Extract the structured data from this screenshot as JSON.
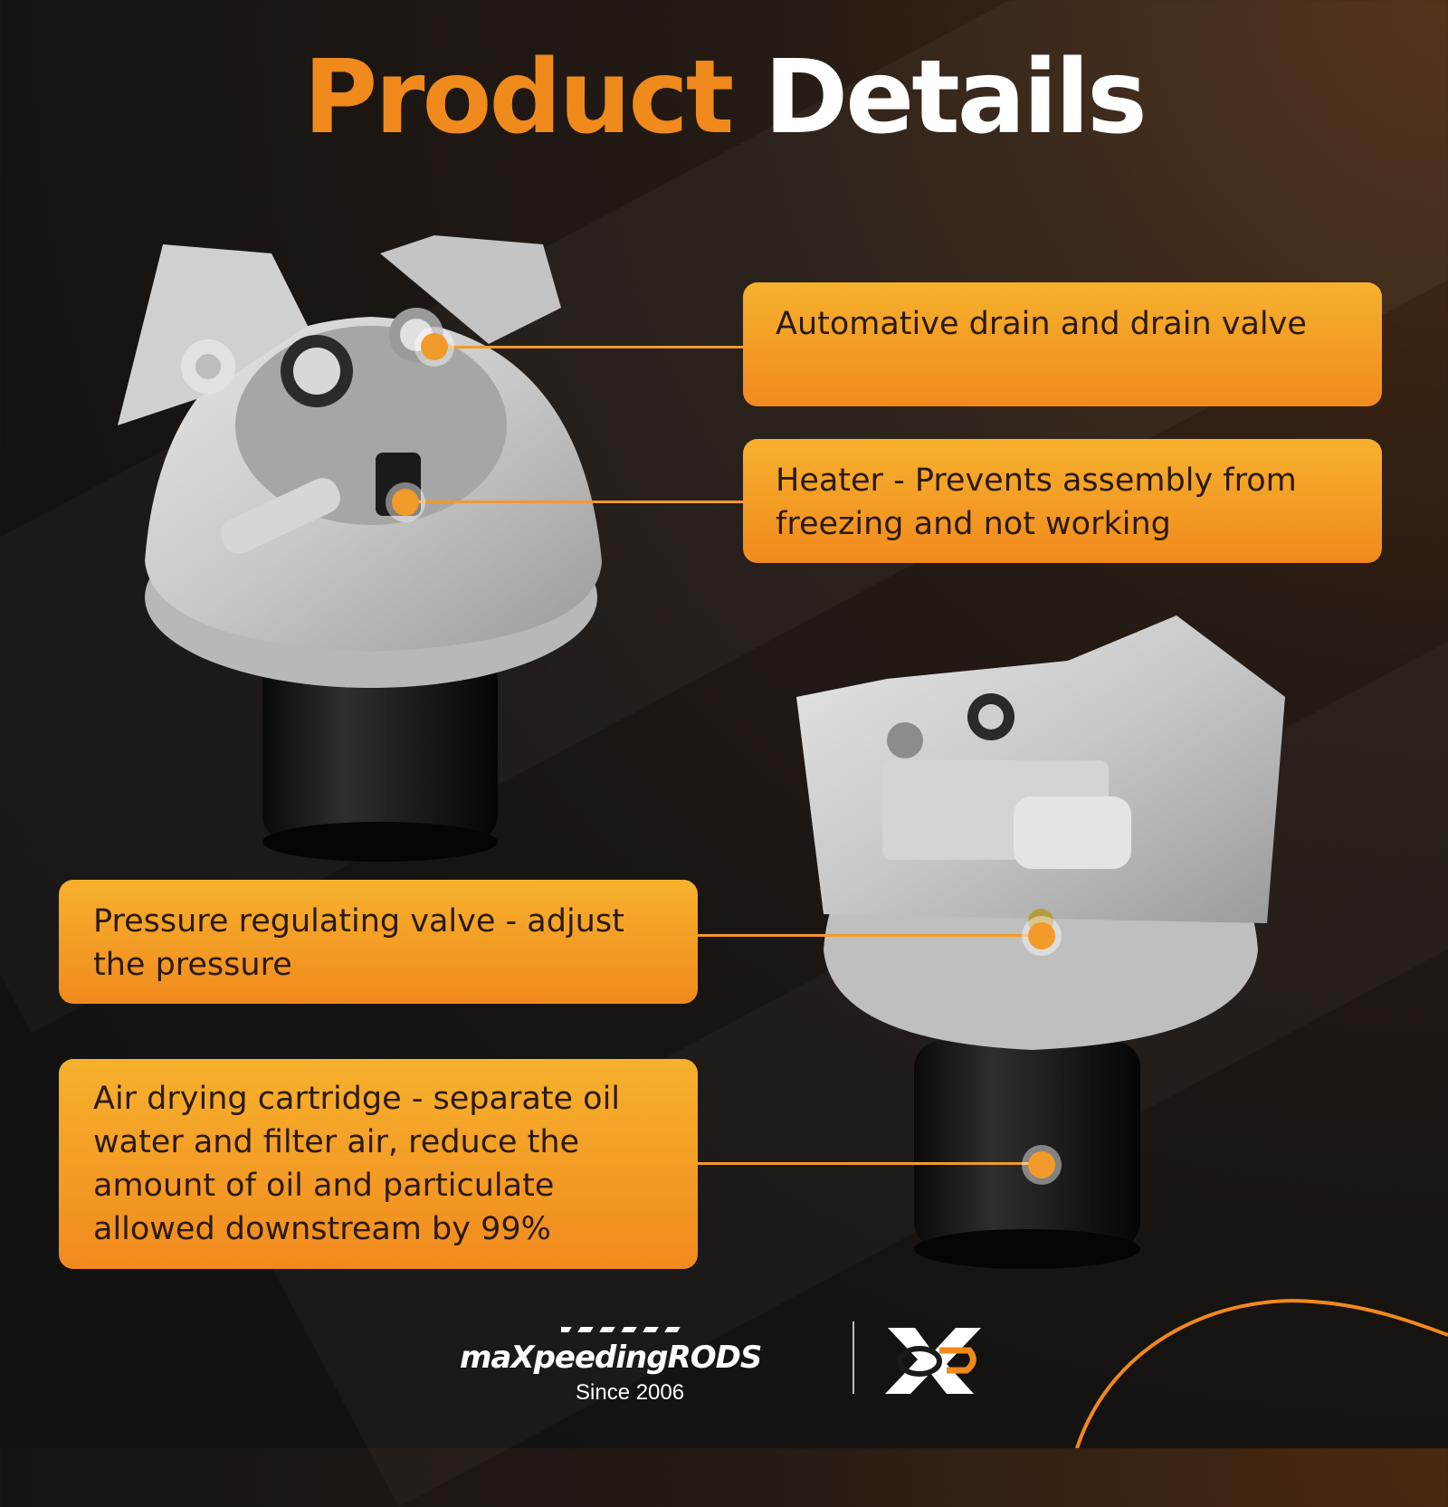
{
  "title": {
    "word1": "Product",
    "word2": "Details"
  },
  "callouts": [
    {
      "text": "Automative drain and drain valve"
    },
    {
      "text": "Heater - Prevents assembly from freezing and not working"
    },
    {
      "text": "Pressure regulating valve - adjust the pressure"
    },
    {
      "text": "Air drying cartridge - separate oil water and filter air, reduce the amount of oil and particulate allowed downstream by 99%"
    }
  ],
  "brand": {
    "name": "maXpeedingRODS",
    "tagline": "Since 2006"
  },
  "colors": {
    "accent": "#f08a1c",
    "callout_top": "#f6b12d",
    "callout_bottom": "#f18a1e",
    "background": "#151312"
  },
  "icons": [
    "brand-logo-icon",
    "xr-logo-icon"
  ]
}
